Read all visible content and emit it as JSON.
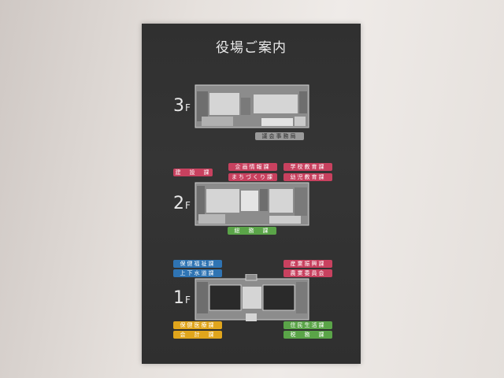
{
  "sign": {
    "title": "役場ご案内",
    "floors": {
      "f3": {
        "num": "3",
        "unit": "F"
      },
      "f2": {
        "num": "2",
        "unit": "F"
      },
      "f1": {
        "num": "1",
        "unit": "F"
      }
    },
    "labels": {
      "gikai": "議会事務局",
      "kensetsu": "建　設　課",
      "kikaku": "企画情報課",
      "gakko": "学校教育課",
      "machizukuri": "まちづくり課",
      "yoji": "幼児教育課",
      "somu": "総　務　課",
      "hoken_fukushi": "保健福祉課",
      "jogesuido": "上下水道課",
      "sangyo": "産業振興課",
      "nogyo": "農業委員会",
      "hoken_nenkin": "保健医療課",
      "kaikei": "会　計　課",
      "jumin": "住民生活課",
      "zeimu": "税　務　課"
    },
    "colors": {
      "pink": "#c8415f",
      "green": "#5aa448",
      "blue": "#2f74b3",
      "yellow": "#e0a51c",
      "grey": "#9a9a9a",
      "board": "#323232"
    }
  }
}
